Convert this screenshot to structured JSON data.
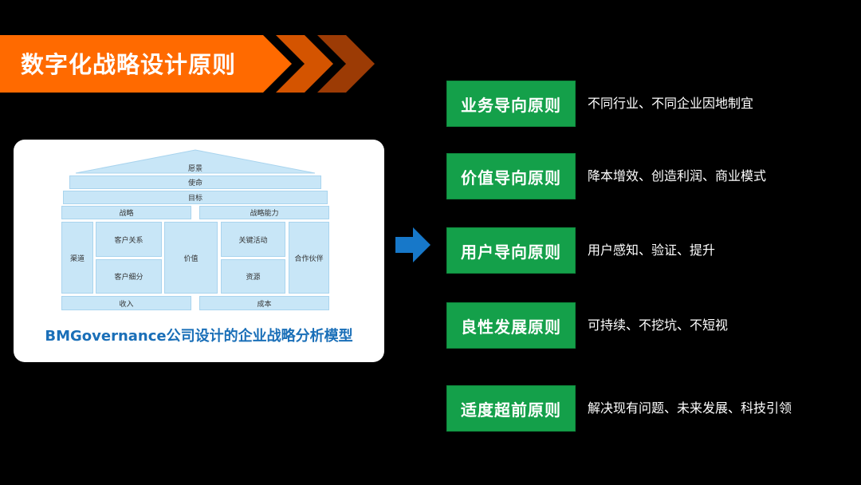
{
  "title": "数字化战略设计原则",
  "model": {
    "caption": "BMGovernance公司设计的企业战略分析模型",
    "vision": "愿景",
    "mission": "使命",
    "goal": "目标",
    "strategy": "战略",
    "strategic_capability": "战略能力",
    "channels": "渠道",
    "customer_relations": "客户关系",
    "customer_segments": "客户细分",
    "value": "价值",
    "key_activities": "关键活动",
    "resources": "资源",
    "partners": "合作伙伴",
    "revenue": "收入",
    "cost": "成本"
  },
  "principles": [
    {
      "label": "业务导向原则",
      "desc": "不同行业、不同企业因地制宜"
    },
    {
      "label": "价值导向原则",
      "desc": "降本增效、创造利润、商业模式"
    },
    {
      "label": "用户导向原则",
      "desc": "用户感知、验证、提升"
    },
    {
      "label": "良性发展原则",
      "desc": "可持续、不挖坑、不短视"
    },
    {
      "label": "适度超前原则",
      "desc": "解决现有问题、未来发展、科技引领"
    }
  ],
  "colors": {
    "banner_orange": "#ff6a00",
    "chevron_dark": "#c04a00",
    "principle_green": "#14a04a",
    "caption_blue": "#1a6fb8",
    "arrow_blue": "#1778c9"
  }
}
